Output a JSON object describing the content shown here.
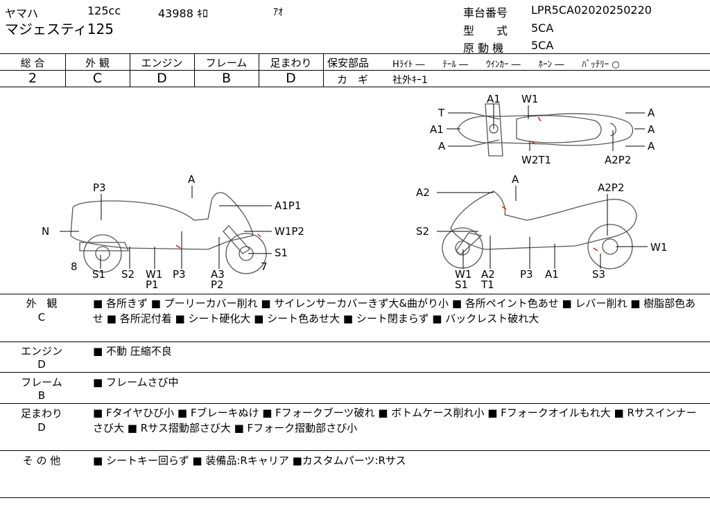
{
  "header": {
    "maker": "ヤマハ",
    "cc": "125cc",
    "km": "43988 ｷﾛ",
    "color": "ｱｵ",
    "model_name": "マジェスティ125",
    "frame_no_label": "車台番号",
    "frame_no": "LPR5CA02020250220",
    "type_label": "型　　式",
    "type_value": "5CA",
    "engine_label": "原 動 機",
    "engine_value": "5CA"
  },
  "grades": {
    "overall": {
      "label": "総 合",
      "value": "2"
    },
    "exterior": {
      "label": "外 観",
      "value": "C"
    },
    "engine": {
      "label": "エンジン",
      "value": "D"
    },
    "frame": {
      "label": "フレーム",
      "value": "B"
    },
    "suspension": {
      "label": "足まわり",
      "value": "D"
    }
  },
  "safety": {
    "label": "保安部品",
    "items": "Hﾗｲﾄ ―　　ﾃｰﾙ ―　　ｳｲﾝｶｰ ―　　ﾎｰﾝ ―　　ﾊﾞｯﾃﾘｰ ○",
    "key_label": "カ　ギ",
    "key_value": "社外ｷｰ1"
  },
  "diagram_labels": {
    "top": [
      "T",
      "A1",
      "A",
      "A1",
      "W1",
      "W2T1",
      "A2P2",
      "A",
      "A",
      "A"
    ],
    "left": [
      "A",
      "P3",
      "A1P1",
      "N",
      "W1P2",
      "S1",
      "8",
      "7",
      "S1",
      "S2",
      "W1",
      "P1",
      "P3",
      "A3",
      "P2"
    ],
    "right": [
      "A2",
      "A",
      "A2P2",
      "S2",
      "W1",
      "W1",
      "S1",
      "A2",
      "T1",
      "P3",
      "A1",
      "S3"
    ]
  },
  "notes": [
    {
      "label": "外　観",
      "grade": "C",
      "text": "■ 各所きず ■ プーリーカバー削れ ■ サイレンサーカバーきず大&曲がり小 ■ 各所ペイント色あせ ■ レバー削れ ■ 樹脂部色あせ ■ 各所泥付着 ■ シート硬化大 ■ シート色あせ大 ■ シート閉まらず ■ バックレスト破れ大"
    },
    {
      "label": "エンジン",
      "grade": "D",
      "text": "■ 不動 圧縮不良"
    },
    {
      "label": "フレーム",
      "grade": "B",
      "text": "■ フレームさび中"
    },
    {
      "label": "足まわり",
      "grade": "D",
      "text": "■ Fタイヤひび小 ■ Fブレーキぬけ ■ Fフォークブーツ破れ ■ ボトムケース削れ小 ■ Fフォークオイルもれ大 ■ Rサスインナーさび大 ■ Rサス摺動部さび大 ■ Fフォーク摺動部さび小"
    },
    {
      "label": "そ の 他",
      "grade": "",
      "text": "■ シートキー回らず ■ 装備品:Rキャリア ■カスタムパーツ:Rサス"
    }
  ],
  "colors": {
    "line": "#000000",
    "sketch": "#555555",
    "damage": "#cc2200"
  }
}
